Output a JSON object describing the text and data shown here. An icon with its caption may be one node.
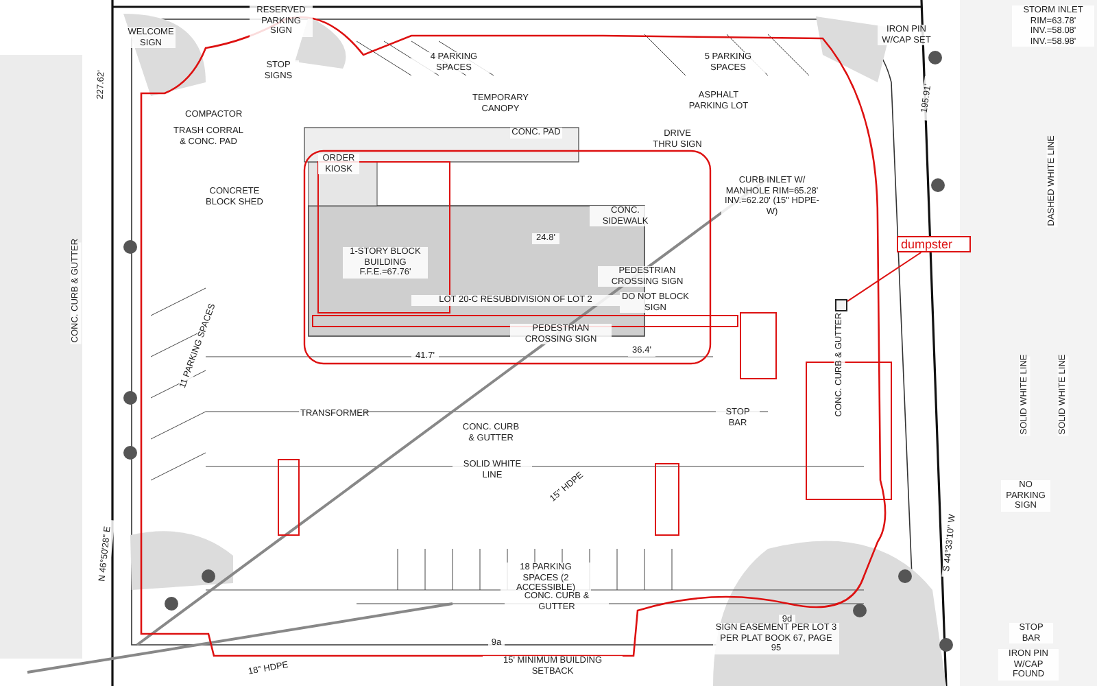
{
  "diagram": {
    "nodes": [
      {
        "text": [
          "dumpster"
        ]
      },
      {
        "text": [],
        "shape": "box"
      }
    ],
    "edges": [
      {
        "from": 0,
        "to": 1,
        "arrow": "none"
      }
    ],
    "labels": [
      "WELCOME SIGN",
      "RESERVED PARKING SIGN",
      "STOP SIGNS",
      "4 PARKING SPACES",
      "5 PARKING SPACES",
      "ASPHALT PARKING LOT",
      "TEMPORARY CANOPY",
      "CONC. PAD",
      "DRIVE THRU SIGN",
      "COMPACTOR",
      "TRASH CORRAL & CONC. PAD",
      "CONCRETE BLOCK SHED",
      "ORDER KIOSK",
      "1-STORY BLOCK BUILDING F.F.E.=67.76'",
      "LOT 20-C RESUBDIVISION OF LOT 2",
      "CONC. SIDEWALK",
      "PEDESTRIAN CROSSING SIGN",
      "DO NOT BLOCK SIGN",
      "PEDESTRIAN CROSSING SIGN",
      "CURB INLET W/ MANHOLE RIM=65.28' INV.=62.20' (15\" HDPE-W)",
      "STORM INLET RIM=63.78' INV.=58.08' INV.=58.98'",
      "IRON PIN W/CAP SET",
      "195.91'",
      "227.62'",
      "DASHED WHITE LINE",
      "TRANSFORMER",
      "11 PARKING SPACES",
      "CONC. CURB & GUTTER",
      "CONC. CURB & GUTTER",
      "SOLID WHITE LINE",
      "18 PARKING SPACES (2 ACCESSIBLE)",
      "CONC. CURB & GUTTER",
      "15' MINIMUM BUILDING SETBACK",
      "9a",
      "STOP BAR",
      "CONC. CURB & GUTTER",
      "SOLID WHITE LINE",
      "SOLID WHITE LINE",
      "NO PARKING SIGN",
      "S 44°33'10\" W",
      "N 46°50'28\" E",
      "9d",
      "SIGN EASEMENT PER LOT 3 PER PLAT BOOK 67, PAGE 95",
      "STOP BAR",
      "IRON PIN W/CAP FOUND",
      "15\" HDPE",
      "18\" HDPE",
      "41.7'",
      "36.4'",
      "24.8'"
    ]
  }
}
